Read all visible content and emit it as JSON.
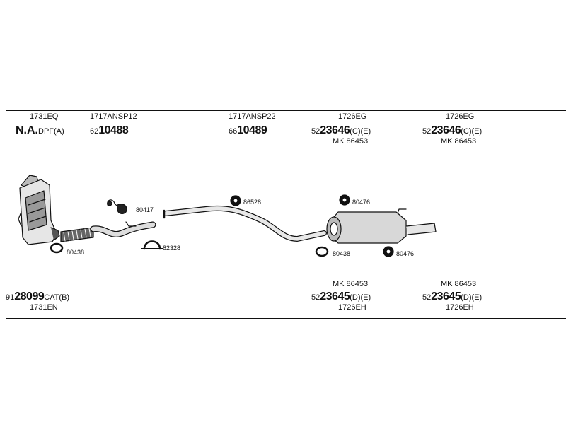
{
  "top": {
    "col1": {
      "ref": "1731EQ",
      "main_bold": "N.A.",
      "main_suffix": "DPF(A)"
    },
    "col2": {
      "ref": "1717ANSP12",
      "prefix": "62",
      "code": "10488"
    },
    "col3": {
      "ref": "1717ANSP22",
      "prefix": "66",
      "code": "10489"
    },
    "col4": {
      "ref": "1726EG",
      "prefix": "52",
      "code": "23646",
      "suffix": "(C)(E)",
      "mk": "MK  86453"
    },
    "col5": {
      "ref": "1726EG",
      "prefix": "52",
      "code": "23646",
      "suffix": "(C)(E)",
      "mk": "MK  86453"
    }
  },
  "parts": {
    "p80417": "80417",
    "p86528": "86528",
    "p80476a": "80476",
    "p80438a": "80438",
    "p82328": "82328",
    "p80438b": "80438",
    "p80476b": "80476"
  },
  "bottom": {
    "col1": {
      "prefix": "91",
      "code": "28099",
      "suffix": "CAT(B)",
      "ref": "1731EN"
    },
    "col4": {
      "mk": "MK  86453",
      "prefix": "52",
      "code": "23645",
      "suffix": "(D)(E)",
      "ref": "1726EH"
    },
    "col5": {
      "mk": "MK  86453",
      "prefix": "52",
      "code": "23645",
      "suffix": "(D)(E)",
      "ref": "1726EH"
    }
  }
}
